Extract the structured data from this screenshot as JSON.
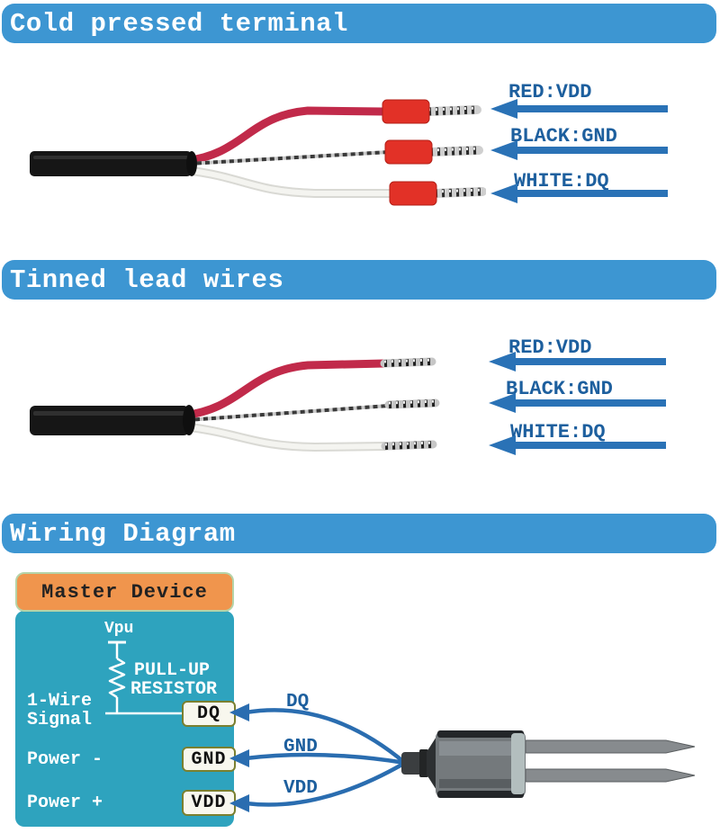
{
  "colors": {
    "header_bar_blue": "#3d96d2",
    "label_blue": "#1d5f9e",
    "arrow_blue": "#2a72b6",
    "curve_blue": "#2a6db0",
    "master_box_orange": "#f0954d",
    "panel_teal": "#2ea3be",
    "terminal_box_fill": "#f8f7ee",
    "terminal_box_border": "#7a8030",
    "wire_red": "#c12a4a",
    "crimp_red": "#e23127"
  },
  "sections": {
    "cold_pressed": {
      "title": "Cold pressed terminal",
      "labels": [
        "RED:VDD",
        "BLACK:GND",
        "WHITE:DQ"
      ]
    },
    "tinned": {
      "title": "Tinned lead wires",
      "labels": [
        "RED:VDD",
        "BLACK:GND",
        "WHITE:DQ"
      ]
    },
    "wiring": {
      "title": "Wiring Diagram",
      "master_device_label": "Master Device",
      "vpu_label": "Vpu",
      "pullup_resistor_line1": "PULL-UP",
      "pullup_resistor_line2": "RESISTOR",
      "one_wire_line1": "1-Wire",
      "one_wire_line2": "Signal",
      "power_minus_label": "Power -",
      "power_plus_label": "Power +",
      "terminals": [
        "DQ",
        "GND",
        "VDD"
      ],
      "wire_labels": [
        "DQ",
        "GND",
        "VDD"
      ]
    }
  }
}
